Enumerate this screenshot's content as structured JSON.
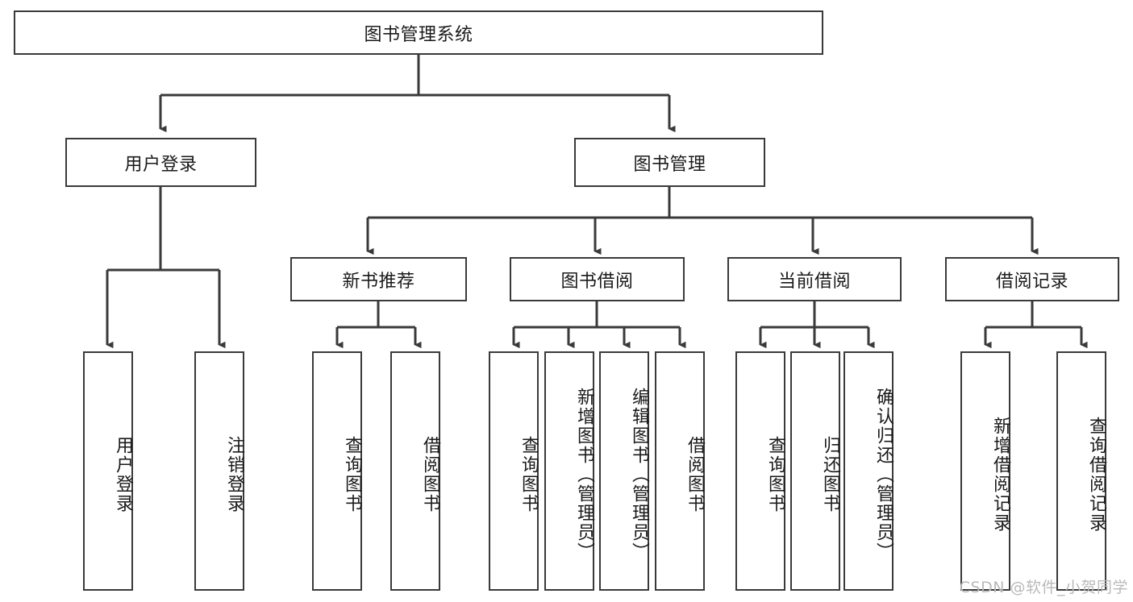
{
  "diagram": {
    "title": "图书管理系统",
    "type": "tree",
    "watermark": "CSDN @软件_小贺同学",
    "colors": {
      "box_border": "#3a3a3a",
      "box_fill": "#ffffff",
      "edge": "#3a3a3a",
      "text": "#1a1a1a",
      "watermark": "#b9b9b9"
    },
    "nodes": {
      "root": {
        "label": "图书管理系统"
      },
      "level2": [
        {
          "label": "用户登录"
        },
        {
          "label": "图书管理"
        }
      ],
      "level3": [
        {
          "label": "新书推荐"
        },
        {
          "label": "图书借阅"
        },
        {
          "label": "当前借阅"
        },
        {
          "label": "借阅记录"
        }
      ],
      "leaves": {
        "user_login": [
          {
            "label": "用户登录"
          },
          {
            "label": "注销登录"
          }
        ],
        "new_book_recommend": [
          {
            "label": "查询图书"
          },
          {
            "label": "借阅图书"
          }
        ],
        "book_borrow": [
          {
            "label": "查询图书"
          },
          {
            "label": "新增图书（管理员）"
          },
          {
            "label": "编辑图书（管理员）"
          },
          {
            "label": "借阅图书"
          }
        ],
        "current_borrow": [
          {
            "label": "查询图书"
          },
          {
            "label": "归还图书"
          },
          {
            "label": "确认归还（管理员）"
          }
        ],
        "borrow_record": [
          {
            "label": "新增借阅记录"
          },
          {
            "label": "查询借阅记录"
          }
        ]
      }
    }
  }
}
